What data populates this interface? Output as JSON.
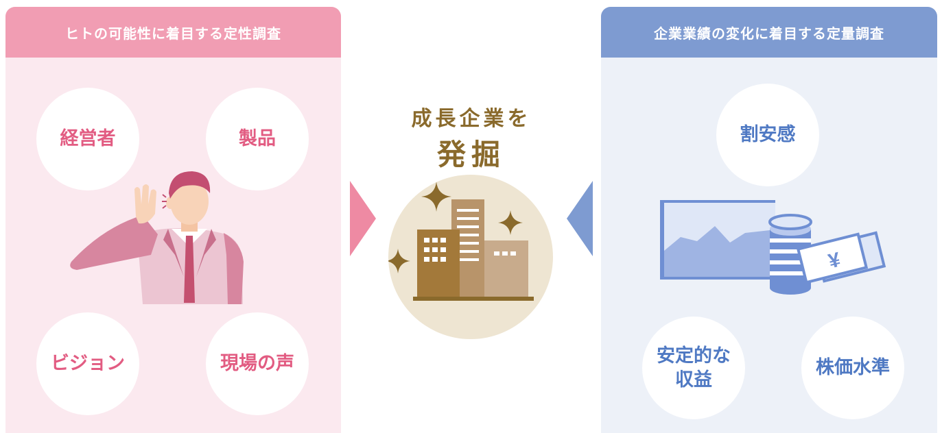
{
  "left_panel": {
    "header": "ヒトの可能性に着目する定性調査",
    "circles": [
      "経営者",
      "製品",
      "ビジョン",
      "現場の声"
    ]
  },
  "center": {
    "line1": "成長企業を",
    "line2": "発掘"
  },
  "right_panel": {
    "header": "企業業績の変化に着目する定量調査",
    "circles": [
      "割安感",
      "安定的な\n収益",
      "株価水準"
    ],
    "yen_symbol": "¥"
  },
  "colors": {
    "pink_header": "#f19db3",
    "pink_bg": "#fbe9ef",
    "pink_text": "#e25c82",
    "blue_header": "#7e9bd1",
    "blue_bg": "#edf1f8",
    "blue_text": "#4f79c3",
    "gold_text": "#8a6a2c"
  }
}
